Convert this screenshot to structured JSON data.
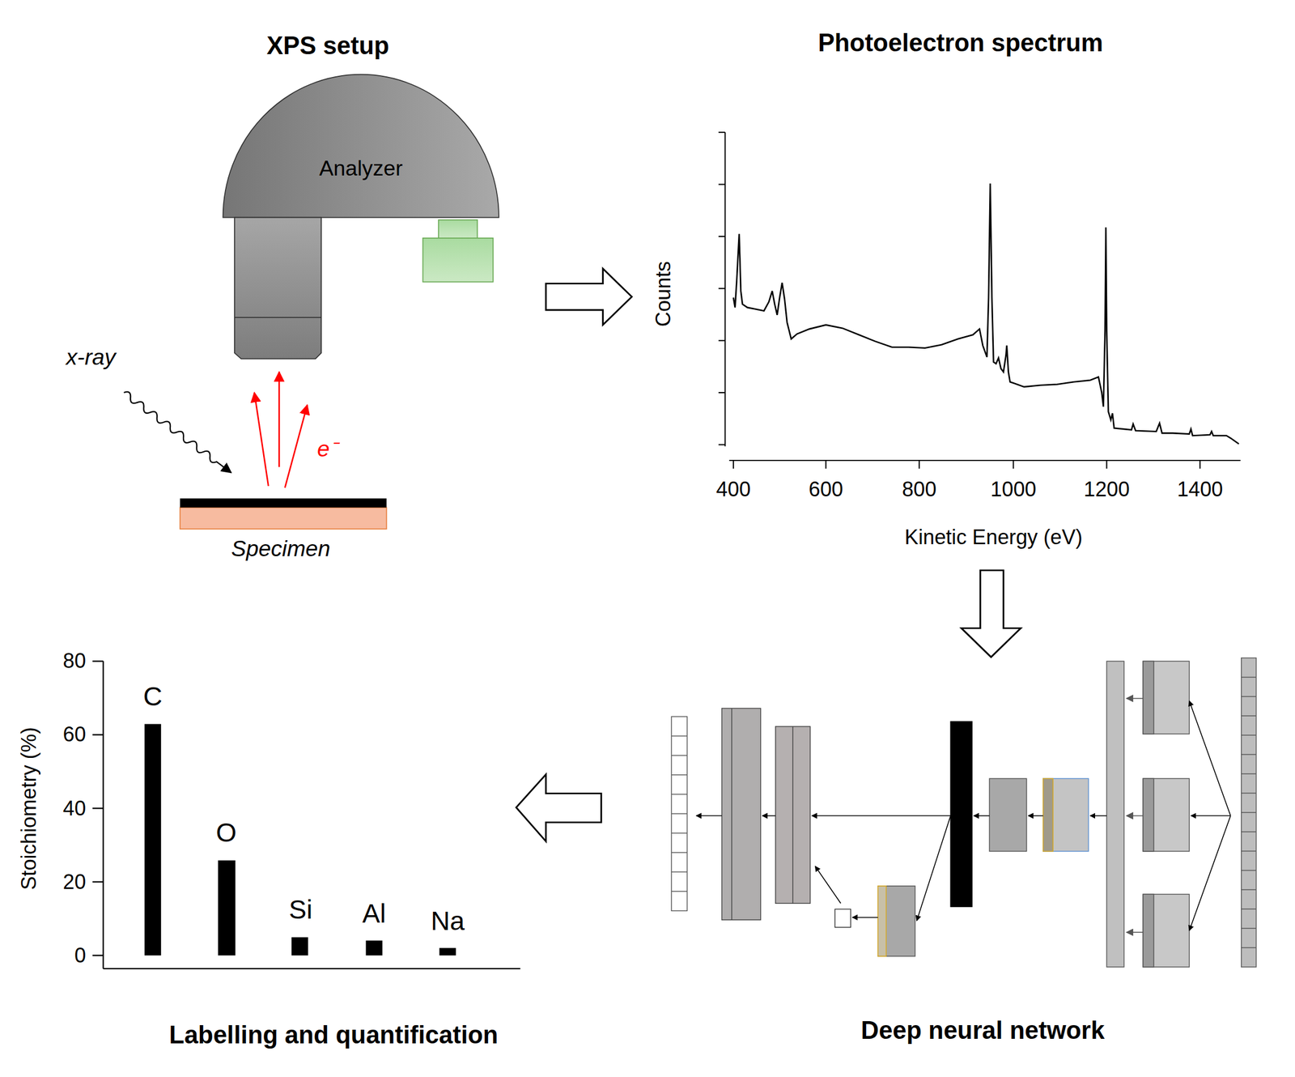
{
  "diagram": {
    "nodes": [
      {
        "text": [
          "Analyzer"
        ]
      },
      {
        "text": [
          "Specimen"
        ]
      }
    ],
    "labels": [
      "XPS setup",
      "Photoelectron spectrum",
      "x-ray",
      "e⁻",
      "Counts",
      "400",
      "600",
      "800",
      "1000",
      "1200",
      "1400",
      "Kinetic Energy (eV)",
      "Stoichiometry (%)",
      "80",
      "60",
      "40",
      "20",
      "0",
      "C",
      "O",
      "Si",
      "Al",
      "Na",
      "Labelling and quantification",
      "Deep neural network"
    ]
  }
}
